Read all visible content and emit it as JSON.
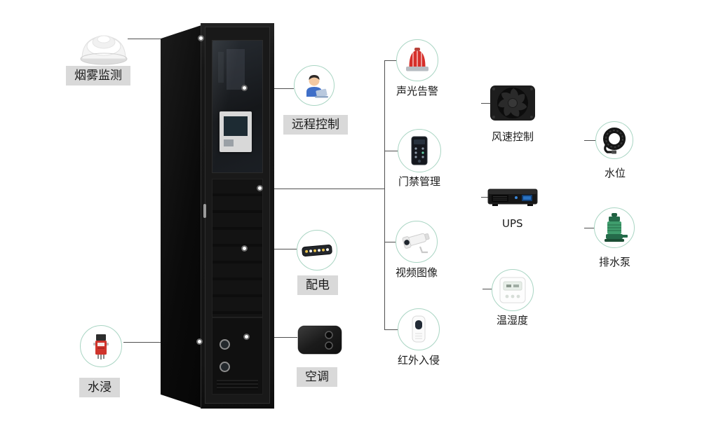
{
  "items": {
    "smoke": {
      "label": "烟雾监测",
      "icon": "smoke-detector-icon"
    },
    "remote": {
      "label": "远程控制",
      "icon": "remote-operator-icon"
    },
    "power": {
      "label": "配电",
      "icon": "pdu-icon"
    },
    "ac": {
      "label": "空调",
      "icon": "air-conditioner-icon"
    },
    "flood": {
      "label": "水浸",
      "icon": "water-leak-sensor-icon"
    },
    "alarm": {
      "label": "声光告警",
      "icon": "siren-icon"
    },
    "access": {
      "label": "门禁管理",
      "icon": "access-control-icon"
    },
    "video": {
      "label": "视频图像",
      "icon": "cctv-camera-icon"
    },
    "infrared": {
      "label": "红外入侵",
      "icon": "infrared-sensor-icon"
    },
    "fan": {
      "label": "风速控制",
      "icon": "fan-icon"
    },
    "ups": {
      "label": "UPS",
      "icon": "ups-icon"
    },
    "temphum": {
      "label": "温湿度",
      "icon": "thermo-hygrometer-icon"
    },
    "waterlevel": {
      "label": "水位",
      "icon": "water-level-cable-icon"
    },
    "pump": {
      "label": "排水泵",
      "icon": "drain-pump-icon"
    }
  },
  "colors": {
    "accent_circle_border": "#a9d5c3",
    "connector_line": "#4f4f4f",
    "label_background": "#d9d9d9",
    "label_text": "#1a1a1a"
  }
}
